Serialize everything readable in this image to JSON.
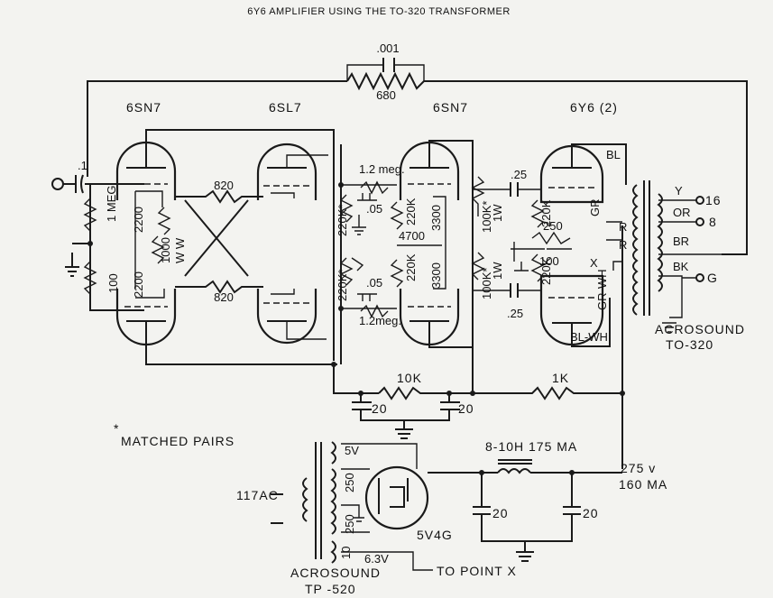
{
  "title": "6Y6 AMPLIFIER USING THE TO-320 TRANSFORMER",
  "tubes": {
    "t1": "6SN7",
    "t2": "6SL7",
    "t3": "6SN7",
    "t4": "6Y6 (2)",
    "rect": "5V4G"
  },
  "feedback": {
    "cap": ".001",
    "res": "680"
  },
  "input_cap": ".1",
  "resistors": {
    "r1meg": "1 MEG.",
    "r100": "100",
    "r2200a": "2200",
    "r2200b": "2200",
    "r1000": "1000",
    "ww": "W W",
    "r820a": "820",
    "r820b": "820",
    "r12mega": "1.2 meg.",
    "r12megb": "1.2meg.",
    "r220ka": "220K*",
    "r220kb": "220K*",
    "r220kc": "220K",
    "r220kd": "220K",
    "r4700": "4700",
    "r3300a": "3300",
    "r3300b": "3300",
    "r100ka": "100K*",
    "r100kb": "100K*",
    "r1wa": "1W",
    "r1wb": "1W",
    "r220ke": "220K",
    "r220kf": "220K",
    "r250": "250",
    "r100x": "100",
    "r10k": "10K",
    "r1k": "1K"
  },
  "caps": {
    "c05a": ".05",
    "c05b": ".05",
    "c25a": ".25",
    "c25b": ".25",
    "c20a": "20",
    "c20b": "20",
    "c20c": "20",
    "c20d": "20"
  },
  "output": {
    "bl": "BL",
    "gr": "GR",
    "r1": "R",
    "r2": "R",
    "x": "X",
    "grwh": "GR-WH",
    "blwh": "BL-WH",
    "y": "Y",
    "or": "OR",
    "br": "BR",
    "bk": "BK",
    "o16": "16",
    "o8": "8",
    "og": "G",
    "xfmr1": "ACROSOUND",
    "xfmr2": "TO-320"
  },
  "power": {
    "choke": "8-10H 175 MA",
    "volt": "275 v",
    "ma": "160 MA",
    "ac": "117AC",
    "w5v": "5V",
    "w250a": "250",
    "w250b": "250",
    "w63": "6.3V",
    "w10": "10",
    "topoint": "TO POINT  X",
    "xfmr1": "ACROSOUND",
    "xfmr2": "TP -520"
  },
  "note": "MATCHED PAIRS",
  "note_mark": "*"
}
